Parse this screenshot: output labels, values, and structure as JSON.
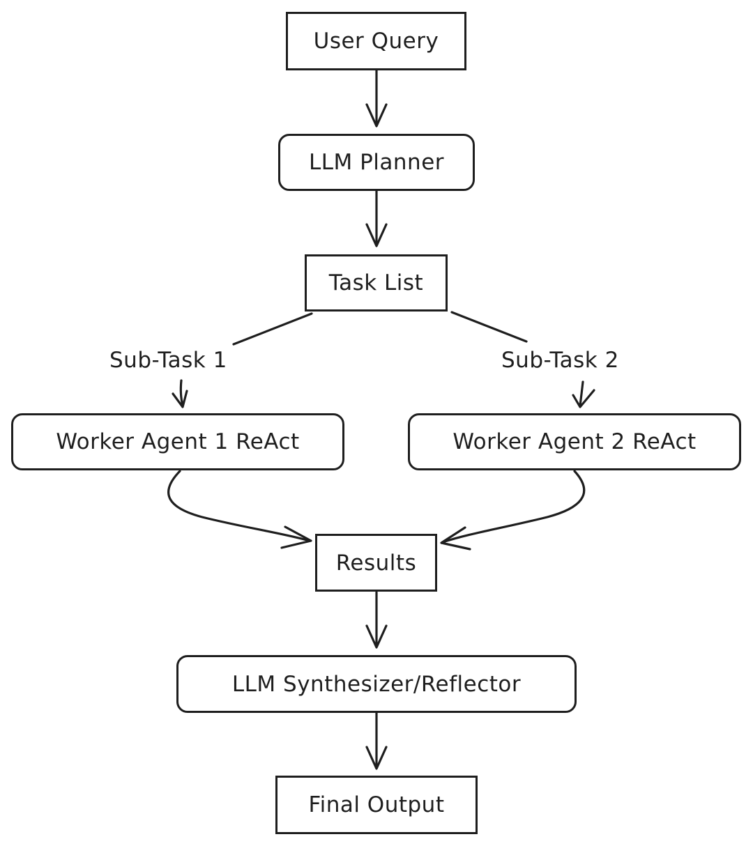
{
  "diagram": {
    "nodes": {
      "user_query": "User Query",
      "llm_planner": "LLM Planner",
      "task_list": "Task List",
      "worker_agent_1": "Worker Agent 1 ReAct",
      "worker_agent_2": "Worker Agent 2 ReAct",
      "results": "Results",
      "synthesizer": "LLM Synthesizer/Reflector",
      "final_output": "Final Output"
    },
    "edge_labels": {
      "sub_task_1": "Sub-Task 1",
      "sub_task_2": "Sub-Task 2"
    },
    "line_color": "#1e1e1e"
  }
}
